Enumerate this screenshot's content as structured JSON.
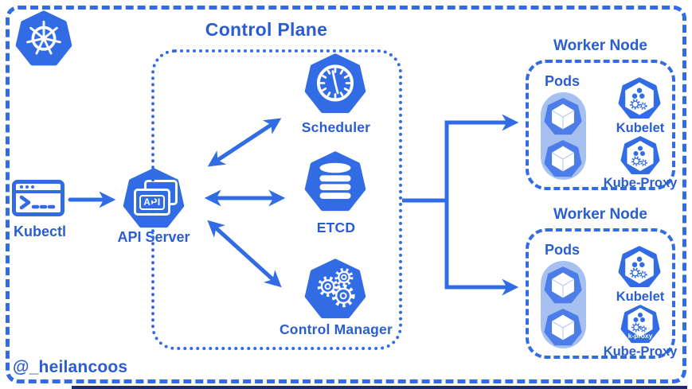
{
  "colors": {
    "primary_blue": "#326ce5",
    "text_blue": "#2a5dd2",
    "pod_heptagon_blue": "#4d7de8",
    "pods_pill_blue": "#a6c1f0",
    "background": "#ffffff",
    "bottom_bar": "#1f2c74"
  },
  "logo": {
    "icon": "kubernetes-wheel"
  },
  "kubectl": {
    "label": "Kubectl",
    "icon": "terminal-window"
  },
  "api_server": {
    "label": "API Server",
    "icon": "api-folders",
    "icon_text": "API"
  },
  "control_plane": {
    "title": "Control Plane",
    "components": [
      {
        "label": "Scheduler",
        "icon": "clock"
      },
      {
        "label": "ETCD",
        "icon": "database"
      },
      {
        "label": "Control Manager",
        "icon": "gears"
      }
    ]
  },
  "worker_nodes": [
    {
      "title": "Worker Node",
      "pods_label": "Pods",
      "pod_count": 2,
      "kubelet_label": "Kubelet",
      "kube_proxy_label": "Kube-Proxy",
      "kube_proxy_badge": ""
    },
    {
      "title": "Worker Node",
      "pods_label": "Pods",
      "pod_count": 2,
      "kubelet_label": "Kubelet",
      "kube_proxy_label": "Kube-Proxy",
      "kube_proxy_badge": "k-proxy"
    }
  ],
  "attribution": {
    "handle": "@_heilancoos"
  },
  "connections": [
    {
      "from": "Kubectl",
      "to": "API Server",
      "type": "arrow"
    },
    {
      "from": "API Server",
      "to": "Scheduler",
      "type": "double-arrow"
    },
    {
      "from": "API Server",
      "to": "ETCD",
      "type": "double-arrow"
    },
    {
      "from": "API Server",
      "to": "Control Manager",
      "type": "double-arrow"
    },
    {
      "from": "Control Plane",
      "to": "Worker Node 1",
      "type": "arrow"
    },
    {
      "from": "Control Plane",
      "to": "Worker Node 2",
      "type": "arrow"
    }
  ]
}
